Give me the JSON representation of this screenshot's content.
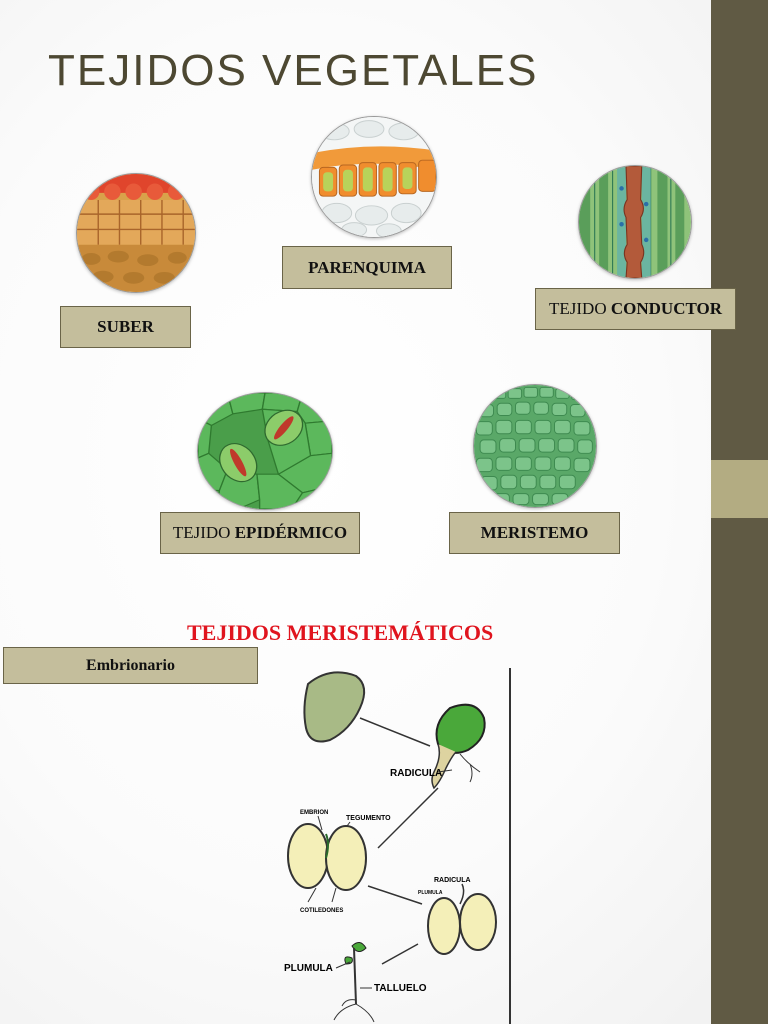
{
  "slide": {
    "title": "TEJIDOS  VEGETALES",
    "labels": {
      "suber": "SUBER",
      "parenquima": "PARENQUIMA",
      "conductor_prefix": "TEJIDO ",
      "conductor_bold": "CONDUCTOR",
      "epidermico_prefix": "TEJIDO ",
      "epidermico_bold": "EPIDÉRMICO",
      "meristemo": "MERISTEMO"
    },
    "section_heading": "TEJIDOS MERISTEMÁTICOS",
    "embrionario_label": "Embrionario"
  },
  "diagram": {
    "radicula_top": "RADICULA",
    "embrion": "EMBRION",
    "tegumento": "TEGUMENTO",
    "cotiledones": "COTILEDONES",
    "radicula_mid": "RADICULA",
    "plumula_small": "PLUMULA",
    "plumula": "PLUMULA",
    "talluelo": "TALLUELO"
  },
  "colors": {
    "sidebar": "#605a44",
    "sidebar_accent": "#b3ac82",
    "label_bg": "#c4be9c",
    "title": "#4d4832",
    "heading_red": "#e0141e"
  }
}
